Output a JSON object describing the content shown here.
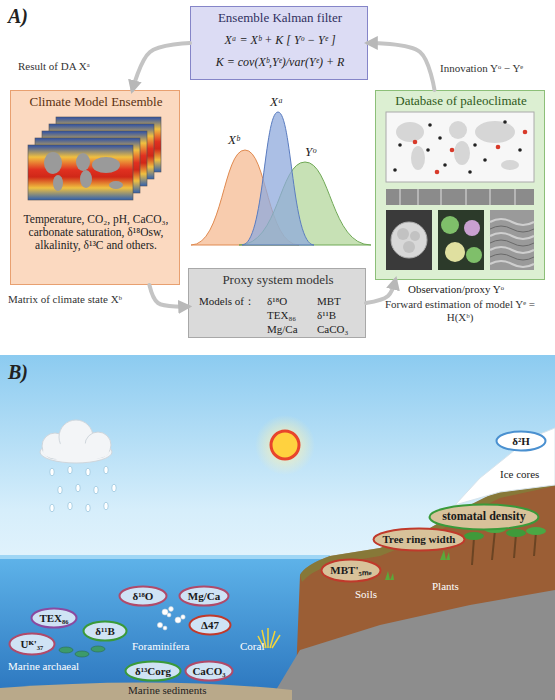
{
  "diagram": {
    "nodes": [
      {
        "text": [
          "Ensemble Kalman filter",
          "Xᵃ = Xᵇ + K [ Yᵒ − Yᵉ ]",
          "K = cov(Xᵇ,Yᵉ)/var(Yᵉ) + R"
        ]
      },
      {
        "text": [
          "Climate Model Ensemble",
          "Temperature, CO₂, pH, CaCO₃, carbonate saturation, δ¹⁸Osw, alkalinity, δ¹³C and others."
        ]
      },
      {
        "text": [
          "Database of paleoclimate"
        ]
      },
      {
        "text": [
          "Proxy system models",
          "Models of：",
          "δ¹⁸O",
          "MBT",
          "TEX₈₆",
          "δ¹¹B",
          "Mg/Ca",
          "CaCO₃"
        ]
      },
      {
        "text": [
          "δ²H"
        ]
      },
      {
        "text": [
          "stomatal density"
        ]
      },
      {
        "text": [
          "Tree ring width"
        ]
      },
      {
        "text": [
          "MBT'₅ₘₑ"
        ]
      },
      {
        "text": [
          "δ¹⁸O"
        ]
      },
      {
        "text": [
          "Mg/Ca"
        ]
      },
      {
        "text": [
          "TEX₈₆"
        ]
      },
      {
        "text": [
          "δ¹¹B"
        ]
      },
      {
        "text": [
          "Δ47"
        ]
      },
      {
        "text": [
          "Uᴷ'₃₇"
        ]
      },
      {
        "text": [
          "δ¹³Corg"
        ]
      },
      {
        "text": [
          "CaCO₃"
        ]
      }
    ],
    "edges": [
      {
        "from": 0,
        "to": 1,
        "arrow": "to",
        "label": "Result of DA Xᵃ"
      },
      {
        "from": 1,
        "to": 3,
        "arrow": "to",
        "label": "Matrix of climate state Xᵇ"
      },
      {
        "from": 3,
        "to": 2,
        "arrow": "to",
        "label": "Forward estimation of model Yᵉ = H(Xᵇ)"
      },
      {
        "from": 2,
        "to": 0,
        "arrow": "to",
        "label": "Innovation Yᵒ − Yᵉ"
      }
    ],
    "labels": [
      "A)",
      "Xᵃ",
      "Xᵇ",
      "Yᵒ",
      "Observation/proxy Yᵒ",
      "B)",
      "Ice cores",
      "Soils",
      "Plants",
      "Foraminifera",
      "Coral",
      "Marine archaeal",
      "Marine sediments"
    ]
  }
}
